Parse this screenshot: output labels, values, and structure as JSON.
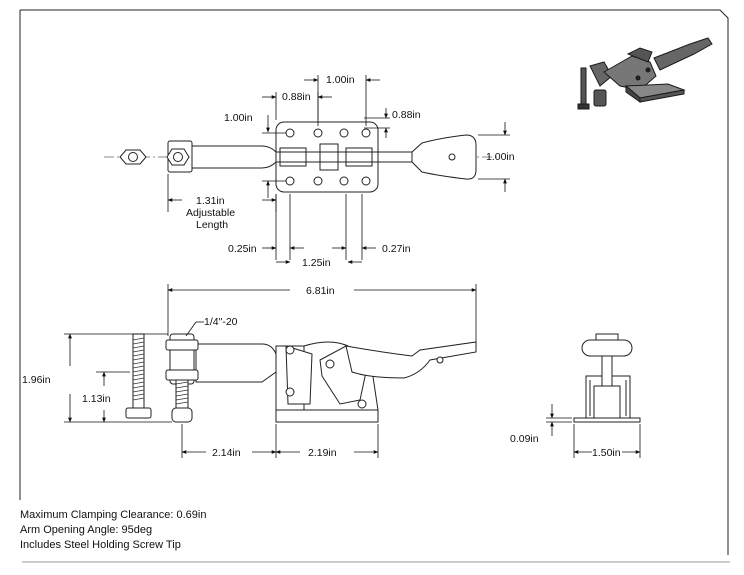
{
  "dimensions": {
    "top_1_00_in_horiz": "1.00in",
    "top_0_88_in_left": "0.88in",
    "top_1_00_in_left": "1.00in",
    "top_0_88_in_right": "0.88in",
    "top_1_00_in_handle": "1.00in",
    "top_1_31_in": "1.31in",
    "top_adjustable": "Adjustable",
    "top_length": "Length",
    "top_0_25_in": "0.25in",
    "top_1_25_in": "1.25in",
    "top_0_27_in": "0.27in",
    "side_6_81_in": "6.81in",
    "side_thread": "1/4\"-20",
    "side_1_96_in": "1.96in",
    "side_1_13_in": "1.13in",
    "side_2_14_in": "2.14in",
    "side_2_19_in": "2.19in",
    "end_0_09_in": "0.09in",
    "end_1_50_in": "1.50in"
  },
  "notes": {
    "line1": "Maximum Clamping Clearance: 0.69in",
    "line2": "Arm Opening Angle: 95deg",
    "line3": "Includes Steel Holding Screw Tip"
  }
}
